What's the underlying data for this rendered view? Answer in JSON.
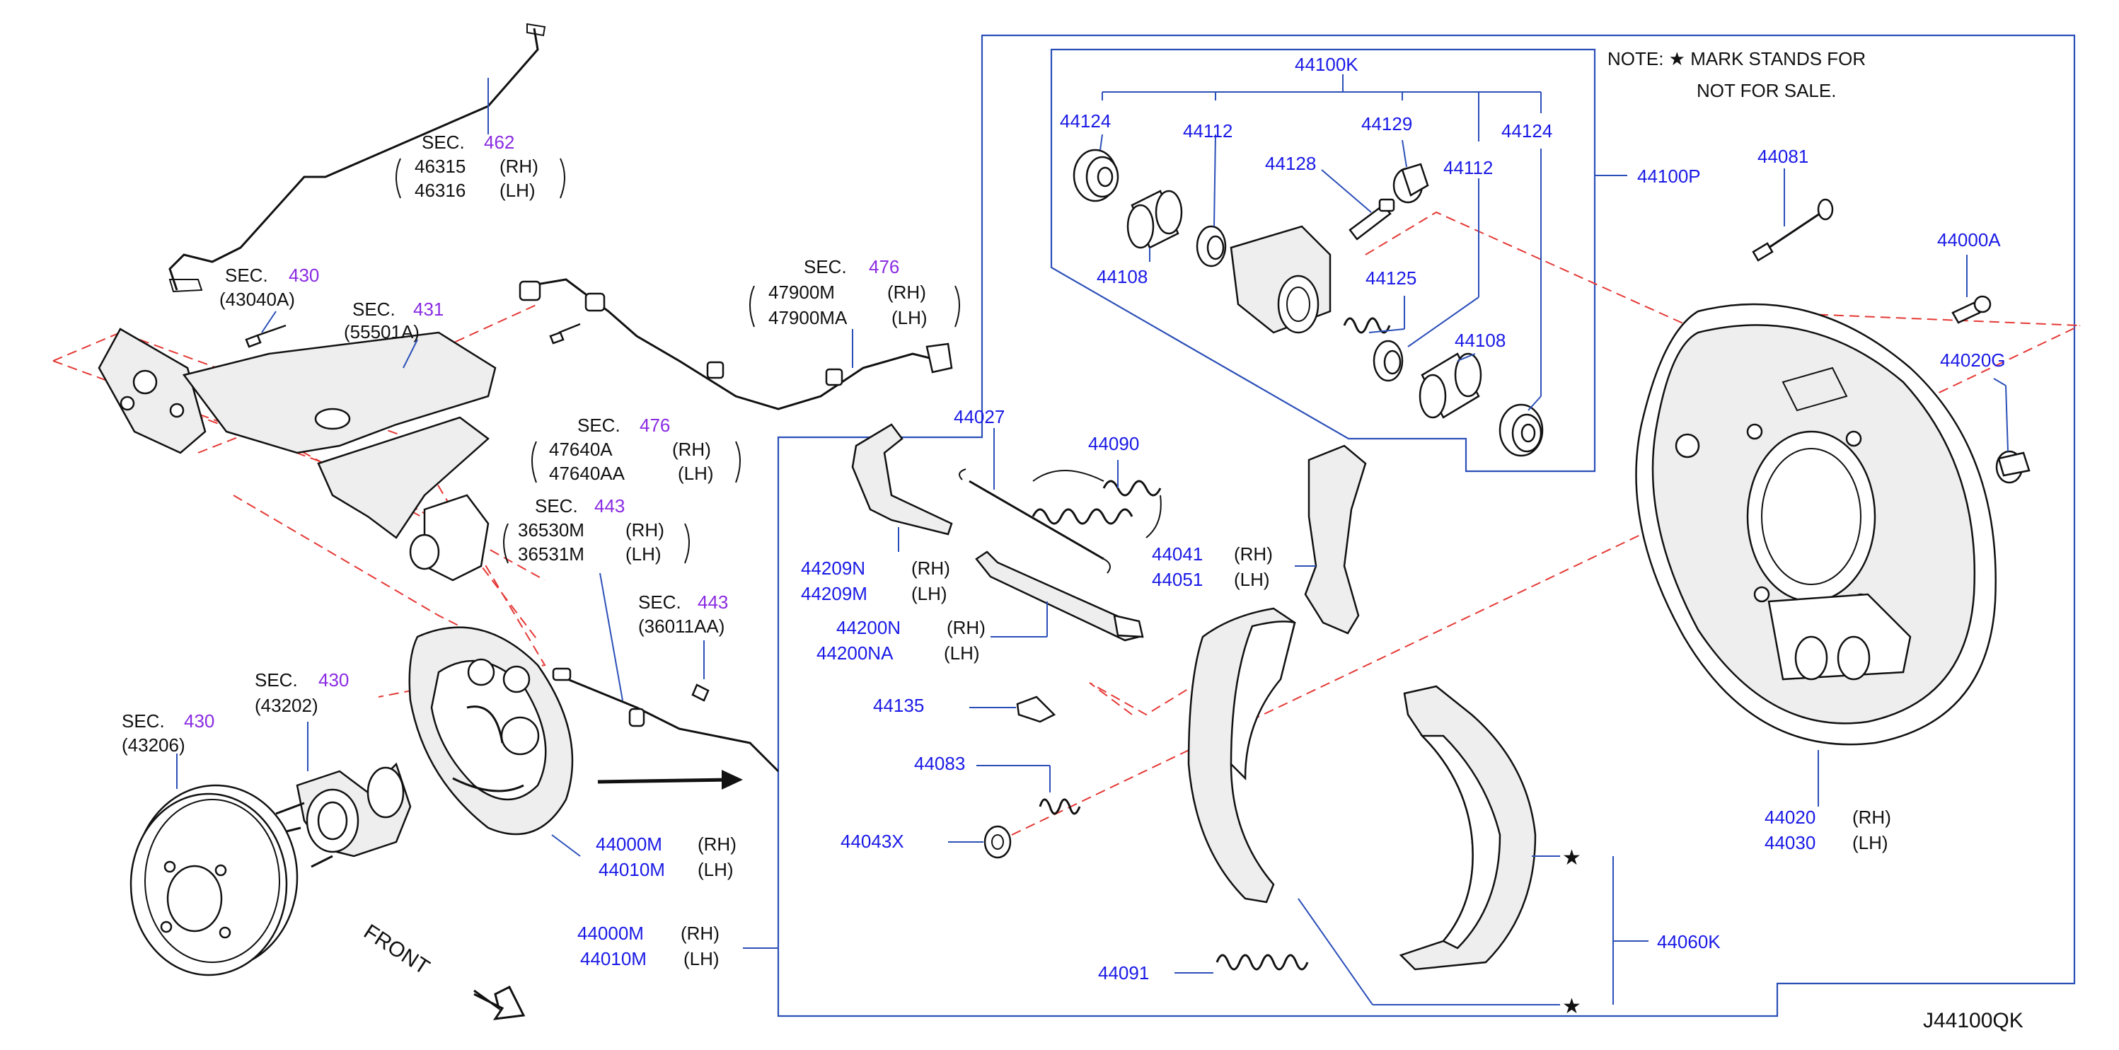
{
  "note": {
    "line1": "NOTE:  ★ MARK  STANDS  FOR",
    "line2": "NOT  FOR  SALE."
  },
  "diagram_code": "J44100QK",
  "front_label": "FRONT",
  "star_glyph": "★",
  "sections": {
    "s462": {
      "prefix": "SEC.",
      "num": "462",
      "rh": "46315",
      "rh_side": "(RH)",
      "lh": "46316",
      "lh_side": "(LH)"
    },
    "s430a": {
      "prefix": "SEC.",
      "num": "430",
      "code": "(43040A)"
    },
    "s431": {
      "prefix": "SEC.",
      "num": "431",
      "code": "(55501A)"
    },
    "s476a": {
      "prefix": "SEC.",
      "num": "476",
      "rh": "47900M",
      "rh_side": "(RH)",
      "lh": "47900MA",
      "lh_side": "(LH)"
    },
    "s476b": {
      "prefix": "SEC.",
      "num": "476",
      "rh": "47640A",
      "rh_side": "(RH)",
      "lh": "47640AA",
      "lh_side": "(LH)"
    },
    "s443a": {
      "prefix": "SEC.",
      "num": "443",
      "rh": "36530M",
      "rh_side": "(RH)",
      "lh": "36531M",
      "lh_side": "(LH)"
    },
    "s443b": {
      "prefix": "SEC.",
      "num": "443",
      "code": "(36011AA)"
    },
    "s430b": {
      "prefix": "SEC.",
      "num": "430",
      "code": "(43202)"
    },
    "s430c": {
      "prefix": "SEC.",
      "num": "430",
      "code": "(43206)"
    }
  },
  "parts": {
    "p44100K": "44100K",
    "p44124a": "44124",
    "p44112a": "44112",
    "p44129": "44129",
    "p44124b": "44124",
    "p44128": "44128",
    "p44112b": "44112",
    "p44108a": "44108",
    "p44125": "44125",
    "p44108b": "44108",
    "p44100P": "44100P",
    "p44081": "44081",
    "p44000A": "44000A",
    "p44020G": "44020G",
    "p44027": "44027",
    "p44090": "44090",
    "p44209N": "44209N",
    "p44209M": "44209M",
    "p44200N": "44200N",
    "p44200NA": "44200NA",
    "p44041": "44041",
    "p44051": "44051",
    "p44135": "44135",
    "p44083": "44083",
    "p44043X": "44043X",
    "p44000M_a": "44000M",
    "p44010M_a": "44010M",
    "p44000M_b": "44000M",
    "p44010M_b": "44010M",
    "p44091": "44091",
    "p44060K": "44060K",
    "p44020": "44020",
    "p44030": "44030"
  },
  "sides": {
    "rh": "(RH)",
    "lh": "(LH)"
  },
  "colors": {
    "part_number": "#1a1ae6",
    "section_number": "#8a2be2",
    "leader": "#2b4fb8",
    "dashed": "#e53935"
  }
}
